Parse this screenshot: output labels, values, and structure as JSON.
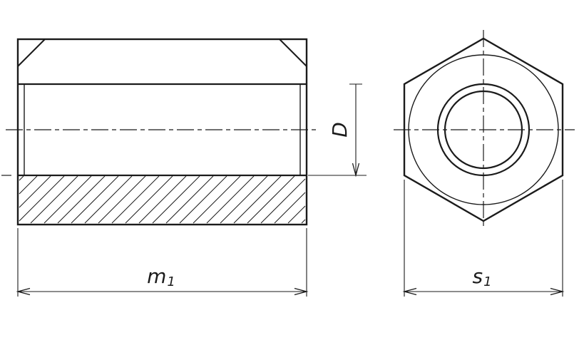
{
  "drawing": {
    "ink_color": "#1b1b1b",
    "background_color": "#ffffff"
  },
  "dimensions": {
    "m1": {
      "base": "m",
      "sub": "1"
    },
    "s1": {
      "base": "s",
      "sub": "1"
    },
    "d": {
      "label": "D"
    }
  }
}
